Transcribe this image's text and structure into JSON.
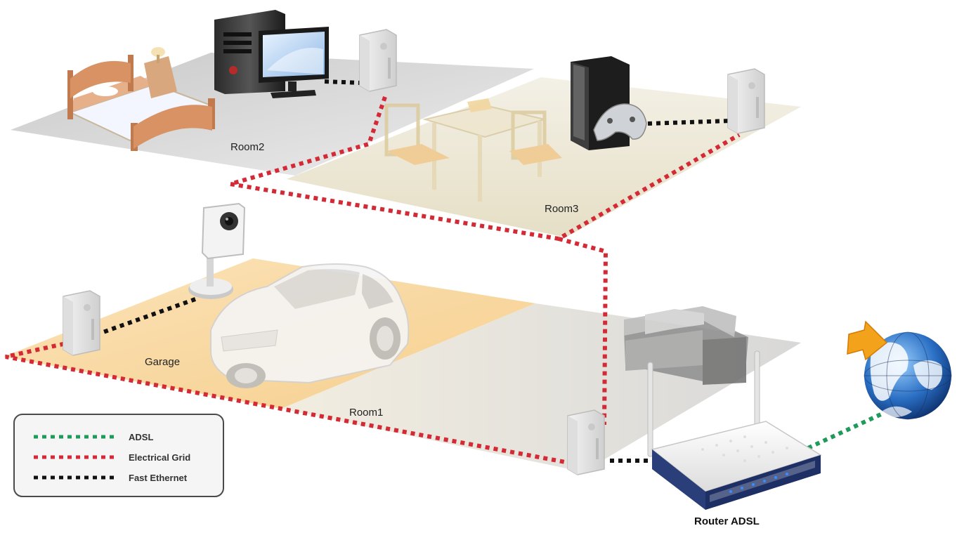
{
  "rooms": {
    "room2": "Room2",
    "room3": "Room3",
    "garage": "Garage",
    "room1": "Room1"
  },
  "devices": {
    "router": "Router ADSL"
  },
  "legend": {
    "items": [
      {
        "label": "ADSL",
        "color": "#1e9a5a"
      },
      {
        "label": "Electrical Grid",
        "color": "#d42a35"
      },
      {
        "label": "Fast Ethernet",
        "color": "#111111"
      }
    ]
  },
  "colors": {
    "electrical": "#d42a35",
    "ethernet": "#111111",
    "adsl": "#1e9a5a",
    "floor_grey": "#d9d9d9",
    "floor_cream": "#efe7cf",
    "floor_garage": "#f7d9a6"
  }
}
